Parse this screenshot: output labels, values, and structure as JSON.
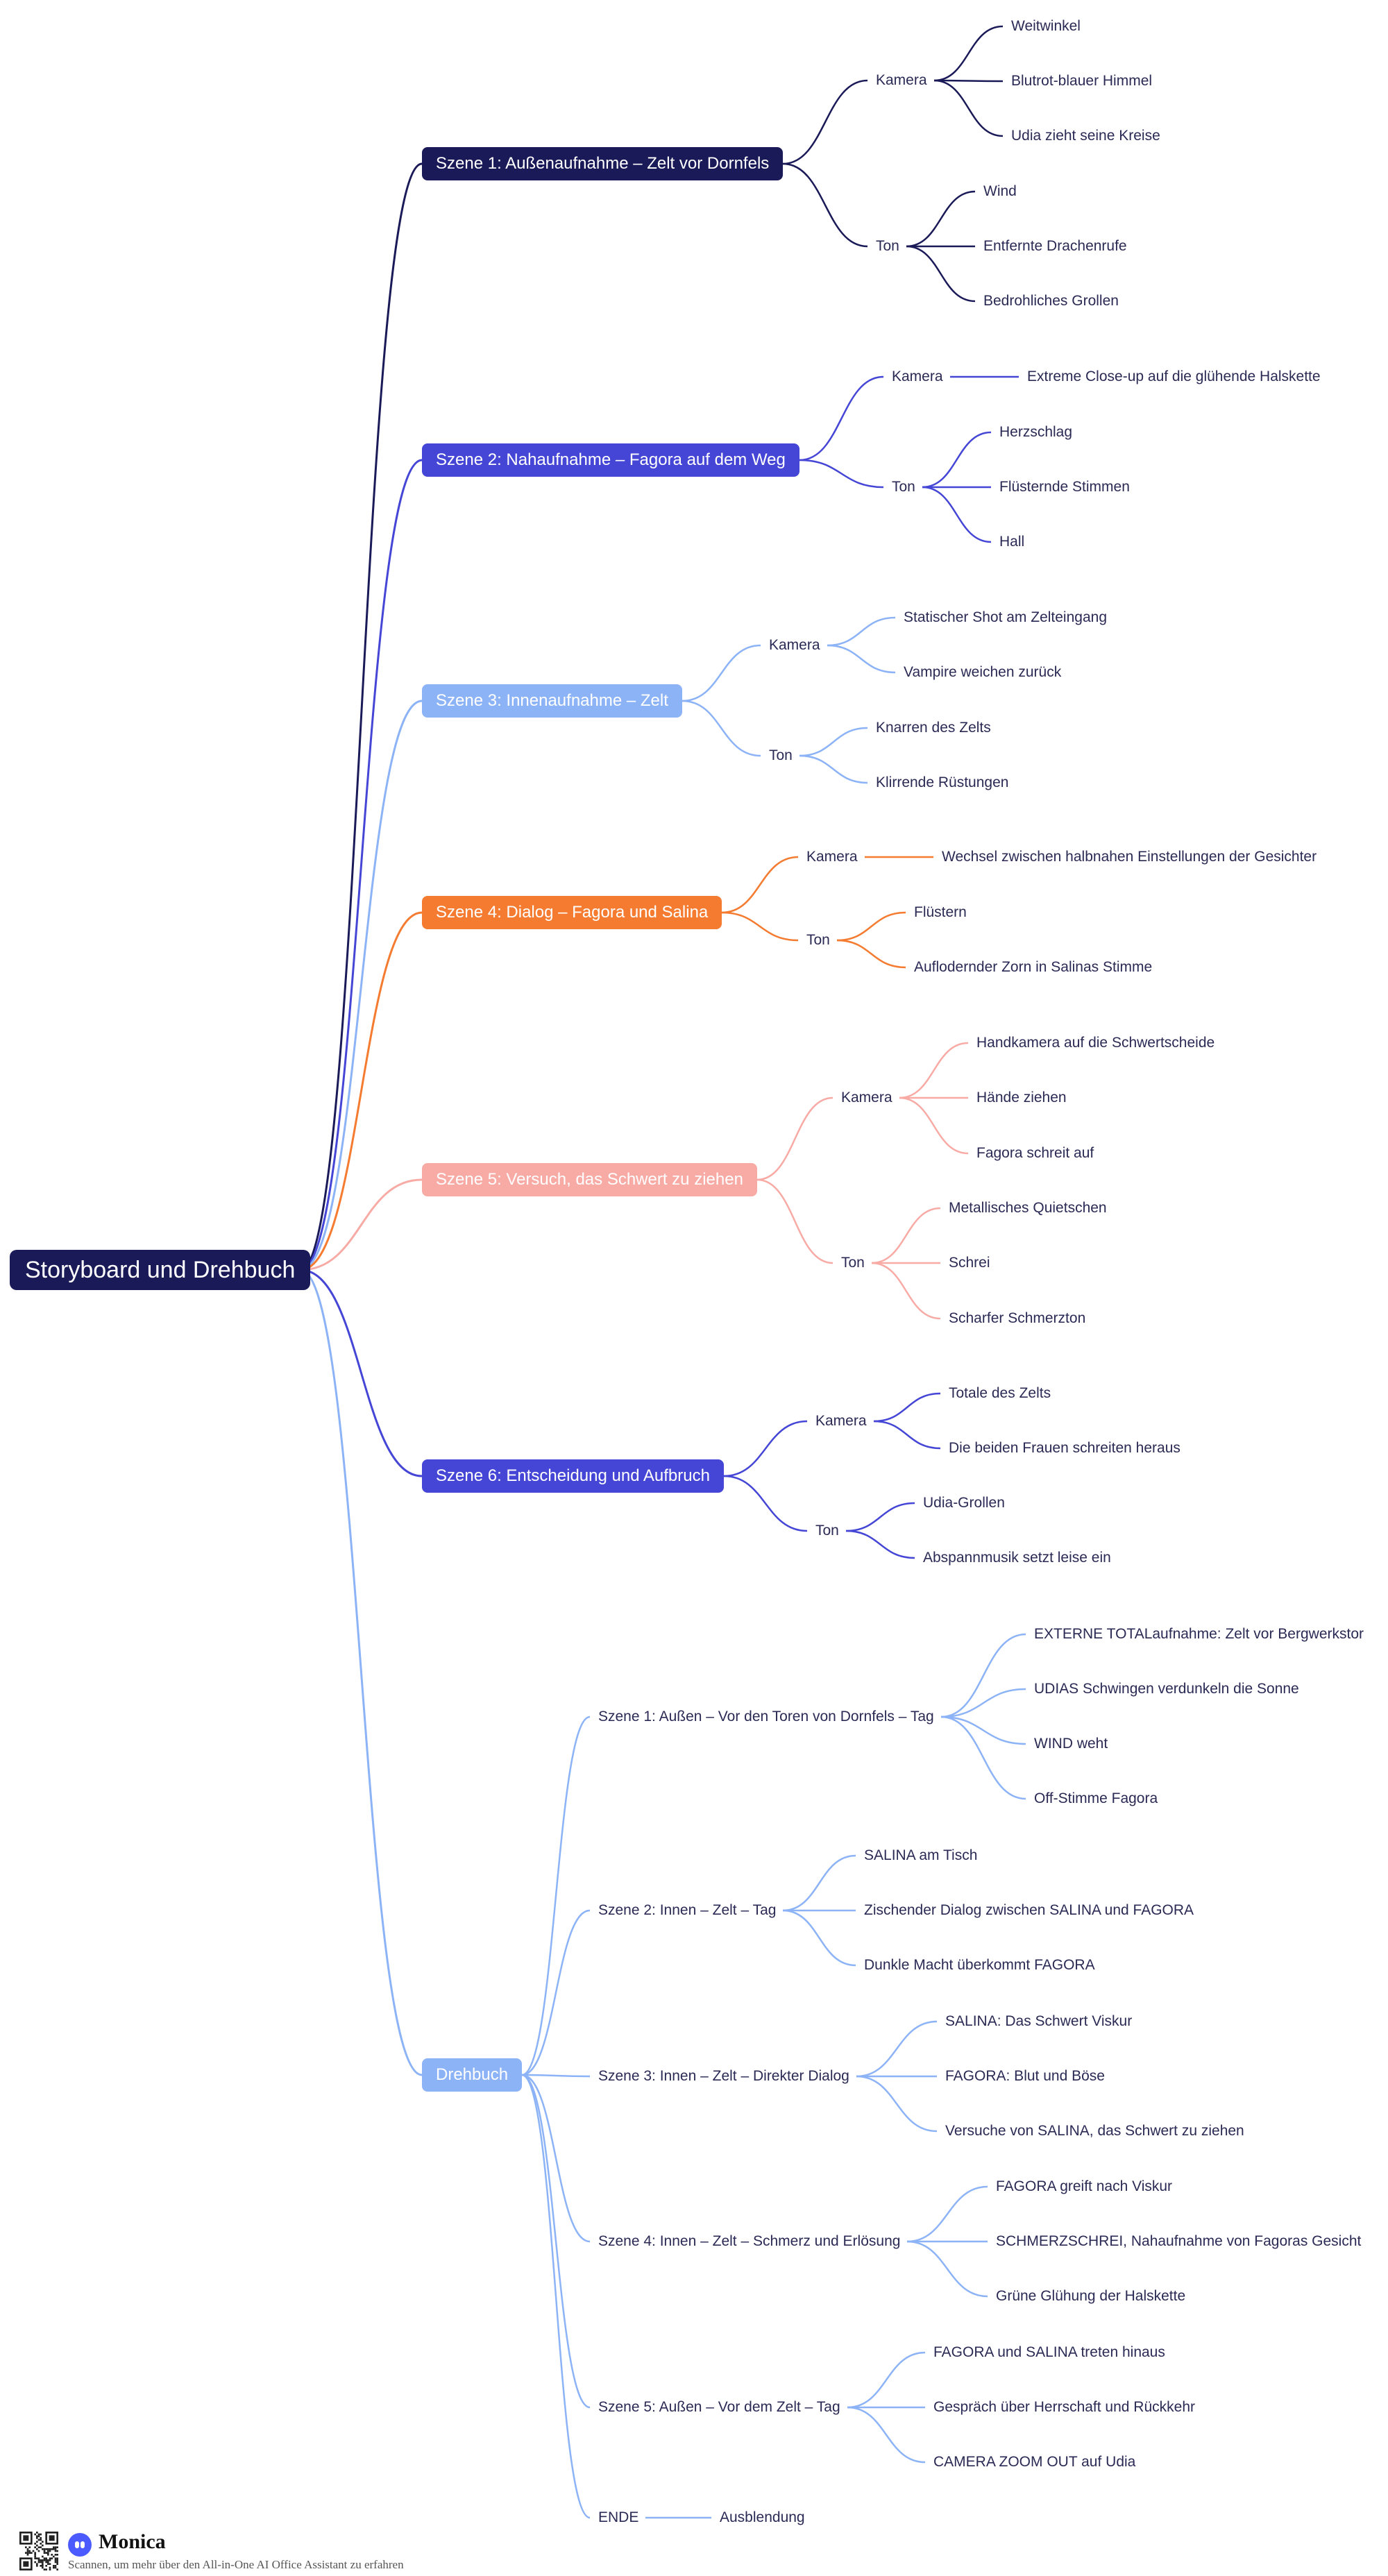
{
  "root": "Storyboard und Drehbuch",
  "branches": [
    {
      "label": "Szene 1: Außenaufnahme – Zelt vor Dornfels",
      "color": "#1b1a58",
      "children": [
        {
          "label": "Kamera",
          "children": [
            "Weitwinkel",
            "Blutrot-blauer Himmel",
            "Udia zieht seine Kreise"
          ]
        },
        {
          "label": "Ton",
          "children": [
            "Wind",
            "Entfernte Drachenrufe",
            "Bedrohliches Grollen"
          ]
        }
      ]
    },
    {
      "label": "Szene 2: Nahaufnahme – Fagora auf dem Weg",
      "color": "#4546d6",
      "children": [
        {
          "label": "Kamera",
          "children": [
            "Extreme Close-up auf die glühende Halskette"
          ]
        },
        {
          "label": "Ton",
          "children": [
            "Herzschlag",
            "Flüsternde Stimmen",
            "Hall"
          ]
        }
      ]
    },
    {
      "label": "Szene 3: Innenaufnahme – Zelt",
      "color": "#8db3f7",
      "children": [
        {
          "label": "Kamera",
          "children": [
            "Statischer Shot am Zelteingang",
            "Vampire weichen zurück"
          ]
        },
        {
          "label": "Ton",
          "children": [
            "Knarren des Zelts",
            "Klirrende Rüstungen"
          ]
        }
      ]
    },
    {
      "label": "Szene 4: Dialog – Fagora und Salina",
      "color": "#f47b30",
      "children": [
        {
          "label": "Kamera",
          "children": [
            "Wechsel zwischen halbnahen Einstellungen der Gesichter"
          ]
        },
        {
          "label": "Ton",
          "children": [
            "Flüstern",
            "Auflodernder Zorn in Salinas Stimme"
          ]
        }
      ]
    },
    {
      "label": "Szene 5: Versuch, das Schwert zu ziehen",
      "color": "#f8aaa5",
      "children": [
        {
          "label": "Kamera",
          "children": [
            "Handkamera auf die Schwertscheide",
            "Hände ziehen",
            "Fagora schreit auf"
          ]
        },
        {
          "label": "Ton",
          "children": [
            "Metallisches Quietschen",
            "Schrei",
            "Scharfer Schmerzton"
          ]
        }
      ]
    },
    {
      "label": "Szene 6: Entscheidung und Aufbruch",
      "color": "#4546d6",
      "children": [
        {
          "label": "Kamera",
          "children": [
            "Totale des Zelts",
            "Die beiden Frauen schreiten heraus"
          ]
        },
        {
          "label": "Ton",
          "children": [
            "Udia-Grollen",
            "Abspannmusik setzt leise ein"
          ]
        }
      ]
    },
    {
      "label": "Drehbuch",
      "color": "#8db3f7",
      "children": [
        {
          "label": "Szene 1: Außen – Vor den Toren von Dornfels – Tag",
          "children": [
            "EXTERNE TOTALaufnahme: Zelt vor Bergwerkstor",
            "UDIAS Schwingen verdunkeln die Sonne",
            "WIND weht",
            "Off-Stimme Fagora"
          ]
        },
        {
          "label": "Szene 2: Innen – Zelt – Tag",
          "children": [
            "SALINA am Tisch",
            "Zischender Dialog zwischen SALINA und FAGORA",
            "Dunkle Macht überkommt FAGORA"
          ]
        },
        {
          "label": "Szene 3: Innen – Zelt – Direkter Dialog",
          "children": [
            "SALINA: Das Schwert Viskur",
            "FAGORA: Blut und Böse",
            "Versuche von SALINA, das Schwert zu ziehen"
          ]
        },
        {
          "label": "Szene 4: Innen – Zelt – Schmerz und Erlösung",
          "children": [
            "FAGORA greift nach Viskur",
            "SCHMERZSCHREI, Nahaufnahme von Fagoras Gesicht",
            "Grüne Glühung der Halskette"
          ]
        },
        {
          "label": "Szene 5: Außen – Vor dem Zelt – Tag",
          "children": [
            "FAGORA und SALINA treten hinaus",
            "Gespräch über Herrschaft und Rückkehr",
            "CAMERA ZOOM OUT auf Udia"
          ]
        },
        {
          "label": "ENDE",
          "children": [
            "Ausblendung"
          ]
        }
      ]
    }
  ],
  "footer": {
    "brand": "Monica",
    "subtitle": "Scannen, um mehr über den All-in-One AI Office Assistant zu erfahren"
  }
}
